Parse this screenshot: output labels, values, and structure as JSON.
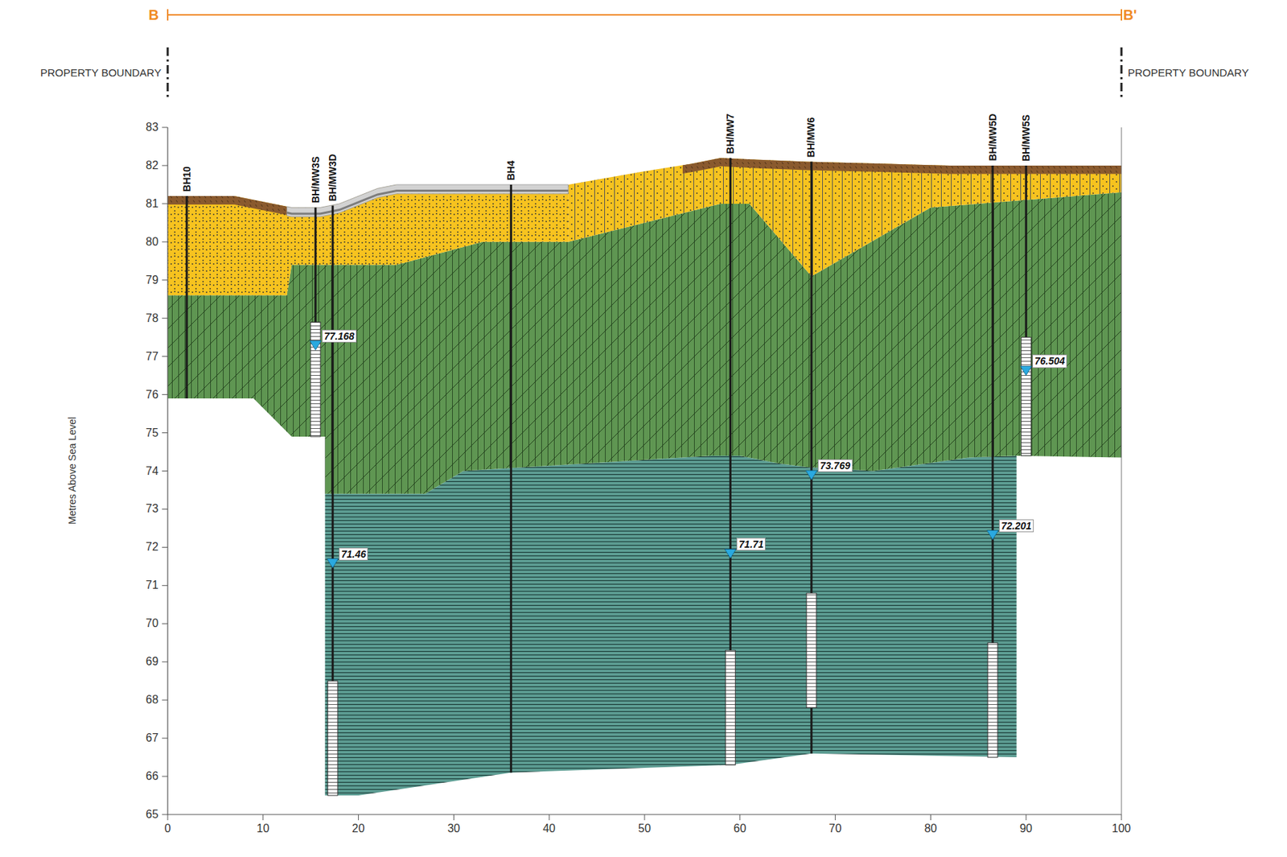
{
  "diagram": {
    "labels": [
      "B",
      "B'",
      "PROPERTY BOUNDARY",
      "PROPERTY BOUNDARY",
      "83",
      "82",
      "81",
      "80",
      "79",
      "78",
      "77",
      "76",
      "75",
      "74",
      "73",
      "72",
      "71",
      "70",
      "69",
      "68",
      "67",
      "66",
      "65",
      "0",
      "10",
      "20",
      "30",
      "40",
      "50",
      "60",
      "70",
      "80",
      "90",
      "100",
      "Metres Above Sea Level",
      "BH10",
      "BH/MW3S",
      "BH/MW3D",
      "BH4",
      "BH/MW7",
      "BH/MW6",
      "BH/MW5D",
      "BH/MW5S",
      "77.168",
      "71.46",
      "71.71",
      "73.769",
      "72.201",
      "76.504"
    ]
  }
}
